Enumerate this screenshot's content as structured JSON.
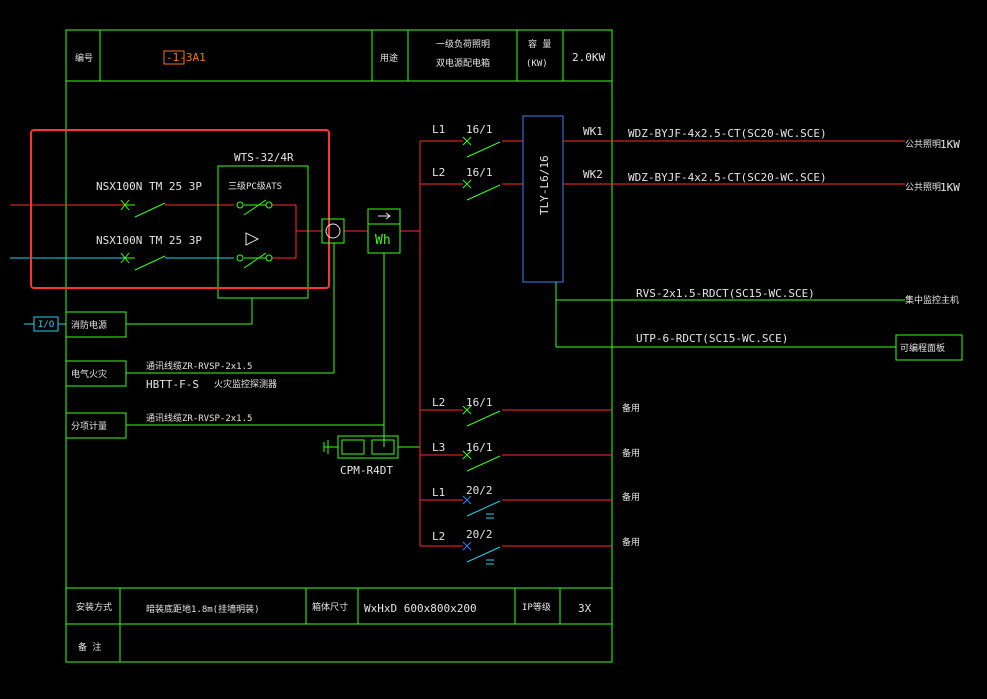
{
  "title_block": {
    "number_label": "编号",
    "number_value": "-1-3A1",
    "usage_label": "用途",
    "usage_value_1": "一级负荷照明",
    "usage_value_2": "双电源配电箱",
    "capacity_label_1": "容  量",
    "capacity_label_2": "(KW)",
    "capacity_value": "2.0KW"
  },
  "input": {
    "breaker_1": "NSX100N TM 25 3P",
    "breaker_2": "NSX100N TM 25 3P",
    "ats_model": "WTS-32/4R",
    "ats_desc": "三级PC级ATS"
  },
  "meter_label": "Wh",
  "controller_label": "TLY-L6/16",
  "left_boxes": {
    "fire_power": "消防电源",
    "io_tag": "I/O",
    "fire_monitor": "电气火灾",
    "energy_meter": "分项计量"
  },
  "signal_lines": {
    "fire_cable": "通讯线缆ZR-RVSP-2x1.5",
    "fire_model": "HBTT-F-S",
    "fire_desc": "火灾监控探测器",
    "meter_cable": "通讯线缆ZR-RVSP-2x1.5",
    "cpm_model": "CPM-R4DT"
  },
  "branches": [
    {
      "phase": "L1",
      "breaker": "16/1",
      "circuit": "WK1",
      "cable": "WDZ-BYJF-4x2.5-CT(SC20-WC.SCE)",
      "load": "公共照明",
      "power": "1KW"
    },
    {
      "phase": "L2",
      "breaker": "16/1",
      "circuit": "WK2",
      "cable": "WDZ-BYJF-4x2.5-CT(SC20-WC.SCE)",
      "load": "公共照明",
      "power": "1KW"
    }
  ],
  "controls": [
    {
      "cable": "RVS-2x1.5-RDCT(SC15-WC.SCE)",
      "target": "集中监控主机"
    },
    {
      "cable": "UTP-6-RDCT(SC15-WC.SCE)",
      "target": "可编程面板"
    }
  ],
  "spares": [
    {
      "phase": "L2",
      "breaker": "16/1",
      "label": "备用"
    },
    {
      "phase": "L3",
      "breaker": "16/1",
      "label": "备用"
    },
    {
      "phase": "L1",
      "breaker": "20/2",
      "label": "备用"
    },
    {
      "phase": "L2",
      "breaker": "20/2",
      "label": "备用"
    }
  ],
  "bottom_block": {
    "install_label": "安装方式",
    "install_value": "暗装底距地1.8m(挂墙明装)",
    "size_label": "箱体尺寸",
    "size_value": "WxHxD 600x800x200",
    "ip_label": "IP等级",
    "ip_value": "3X",
    "note_label": "备  注"
  },
  "colors": {
    "line": "#39ff14",
    "power": "#ff2a2a",
    "signal": "#22d3ee",
    "controller": "#3b82f6",
    "highlight": "#ff3333"
  }
}
